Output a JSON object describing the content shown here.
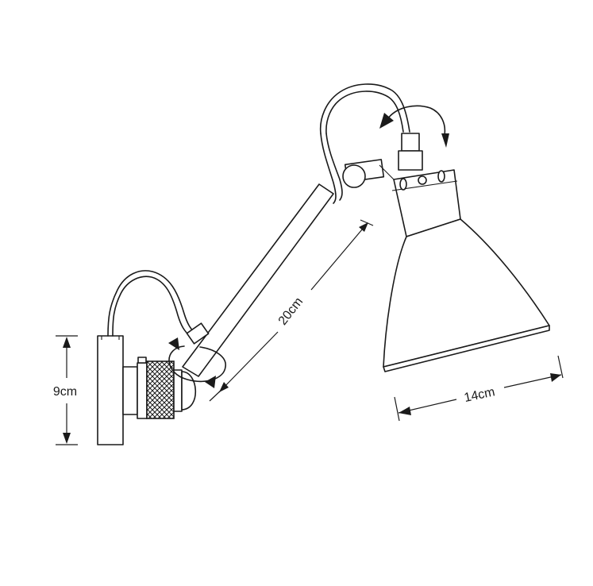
{
  "dimensions": {
    "height_label": "9cm",
    "arm_length_label": "20cm",
    "shade_diameter_label": "14cm"
  },
  "colors": {
    "line": "#1a1a1a",
    "background": "#ffffff"
  }
}
